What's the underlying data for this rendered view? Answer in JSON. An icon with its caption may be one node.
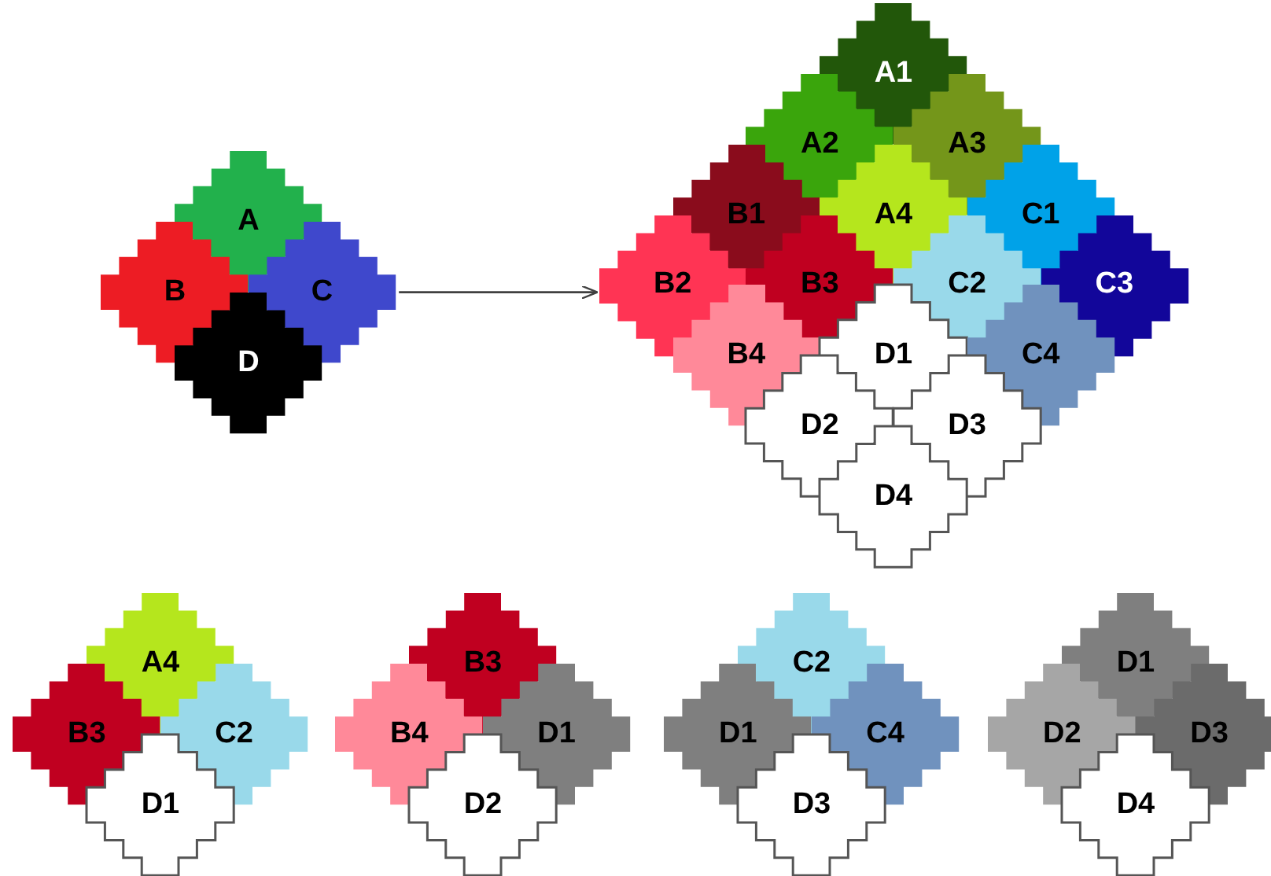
{
  "diagram": {
    "nodes": [
      {
        "text": [
          "A"
        ]
      },
      {
        "text": [
          "B"
        ]
      },
      {
        "text": [
          "C"
        ]
      },
      {
        "text": [
          "D"
        ]
      },
      {
        "text": [
          "A1"
        ]
      },
      {
        "text": [
          "A2"
        ]
      },
      {
        "text": [
          "A3"
        ]
      },
      {
        "text": [
          "B1"
        ]
      },
      {
        "text": [
          "A4"
        ]
      },
      {
        "text": [
          "C1"
        ]
      },
      {
        "text": [
          "B2"
        ]
      },
      {
        "text": [
          "B3"
        ]
      },
      {
        "text": [
          "C2"
        ]
      },
      {
        "text": [
          "C3"
        ]
      },
      {
        "text": [
          "B4"
        ]
      },
      {
        "text": [
          "D1"
        ]
      },
      {
        "text": [
          "C4"
        ]
      },
      {
        "text": [
          "D2"
        ]
      },
      {
        "text": [
          "D3"
        ]
      },
      {
        "text": [
          "D4"
        ]
      },
      {
        "text": [
          "A4"
        ]
      },
      {
        "text": [
          "B3"
        ]
      },
      {
        "text": [
          "C2"
        ]
      },
      {
        "text": [
          "D1"
        ]
      },
      {
        "text": [
          "B3"
        ]
      },
      {
        "text": [
          "B4"
        ]
      },
      {
        "text": [
          "D1"
        ]
      },
      {
        "text": [
          "D2"
        ]
      },
      {
        "text": [
          "C2"
        ]
      },
      {
        "text": [
          "D1"
        ]
      },
      {
        "text": [
          "C4"
        ]
      },
      {
        "text": [
          "D3"
        ]
      },
      {
        "text": [
          "D1"
        ]
      },
      {
        "text": [
          "D2"
        ]
      },
      {
        "text": [
          "D3"
        ]
      },
      {
        "text": [
          "D4"
        ]
      }
    ],
    "edges": [
      {
        "from": 2,
        "to": 10,
        "arrow": "to"
      }
    ]
  }
}
